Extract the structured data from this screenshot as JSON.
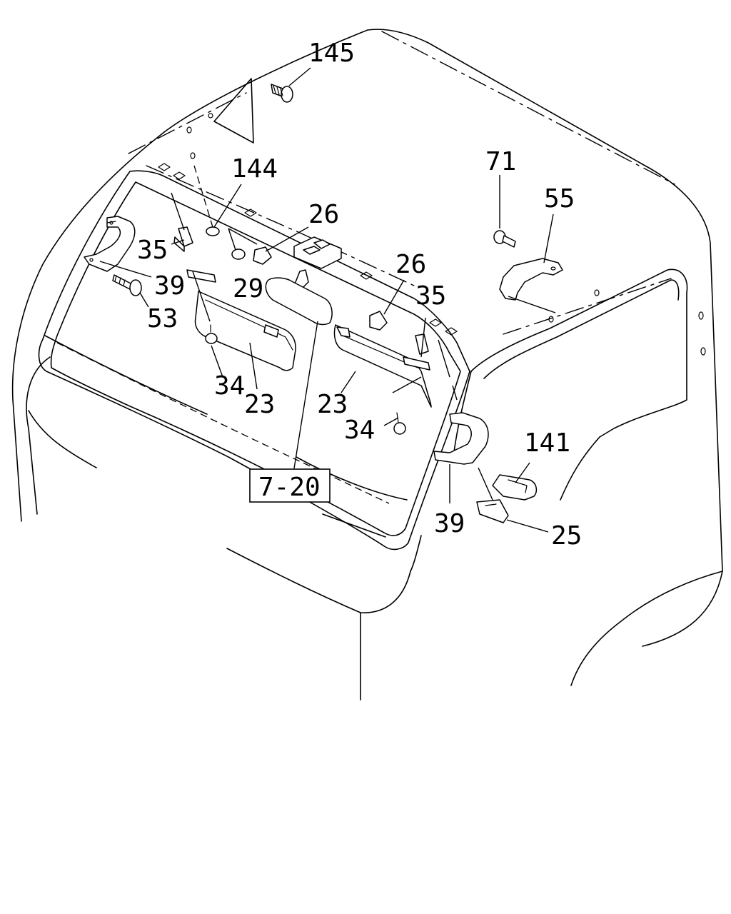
{
  "callouts": {
    "c145": "145",
    "c144": "144",
    "c26a": "26",
    "c26b": "26",
    "c71": "71",
    "c55": "55",
    "c35a": "35",
    "c35b": "35",
    "c39a": "39",
    "c39b": "39",
    "c29": "29",
    "c53": "53",
    "c34a": "34",
    "c34b": "34",
    "c23a": "23",
    "c23b": "23",
    "c141": "141",
    "c25": "25",
    "ref": "7-20"
  }
}
